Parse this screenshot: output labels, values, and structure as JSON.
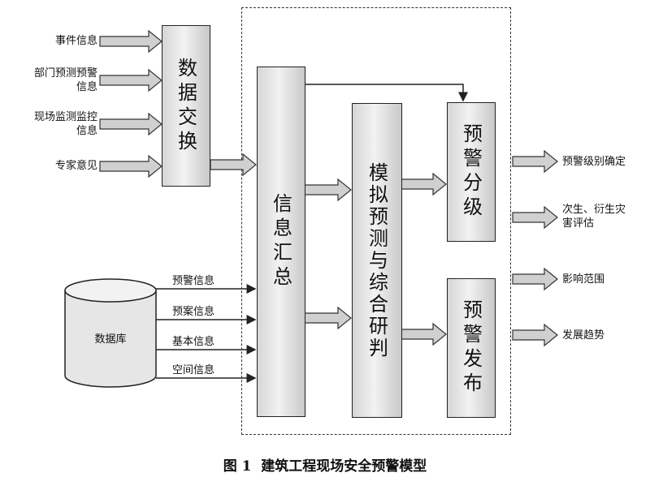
{
  "inputs": [
    "事件信息",
    "部门预测预警\n信息",
    "现场监测监控\n信息",
    "专家意见"
  ],
  "db": {
    "label": "数据库",
    "items": [
      "预警信息",
      "预案信息",
      "基本信息",
      "空间信息"
    ]
  },
  "boxes": {
    "exchange": "数据交换",
    "summary": "信息汇总",
    "simulate": "模拟预测与综合研判",
    "grading": "预警分级",
    "publish": "预警发布"
  },
  "outputs": [
    "预警级别确定",
    "次生、衍生灾\n害评估",
    "影响范围",
    "发展趋势"
  ],
  "caption": {
    "label": "图 1",
    "title": "建筑工程现场安全预警模型"
  }
}
